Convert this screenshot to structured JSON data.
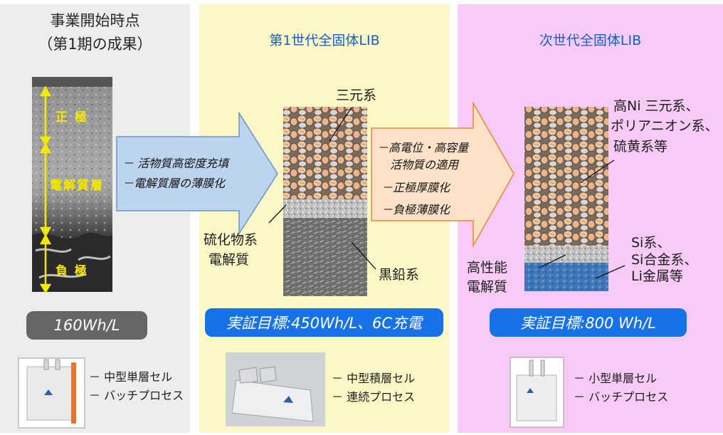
{
  "panels": [
    {
      "title_line1": "事業開始時点",
      "title_line2": "（第1期の成果）",
      "layer_labels": {
        "cathode": "正 極",
        "electrolyte": "電解質層",
        "anode": "負 極"
      },
      "target": "160Wh/L",
      "cell_bullets": [
        "－ 中型単層セル",
        "－ バッチプロセス"
      ]
    },
    {
      "title": "第1世代全固体LIB",
      "label_cathode": "三元系",
      "label_electrolyte_line1": "硫化物系",
      "label_electrolyte_line2": "電解質",
      "label_anode": "黒鉛系",
      "target": "実証目標:450Wh/L、6C充電",
      "cell_bullets": [
        "－ 中型積層セル",
        "－ 連続プロセス"
      ]
    },
    {
      "title": "次世代全固体LIB",
      "label_cathode_line1": "高Ni 三元系、",
      "label_cathode_line2": "ポリアニオン系、",
      "label_cathode_line3": "硫黄系等",
      "label_electrolyte_line1": "高性能",
      "label_electrolyte_line2": "電解質",
      "label_anode_line1": "Si系、",
      "label_anode_line2": "Si合金系、",
      "label_anode_line3": "Li金属等",
      "target": "実証目標:800 Wh/L",
      "cell_bullets": [
        "－ 小型単層セル",
        "－ バッチプロセス"
      ]
    }
  ],
  "arrows": [
    {
      "lines": [
        "－ 活物質高密度充填",
        "－電解質層の薄膜化"
      ]
    },
    {
      "lines": [
        "－高電位・高容量",
        "活物質の適用",
        "－正極厚膜化",
        "－負極薄膜化"
      ]
    }
  ],
  "colors": {
    "panel1_bg": "#ededed",
    "panel2_bg": "#fbf8c6",
    "panel3_bg": "#f8caf6",
    "title_blue": "#1a5fc0",
    "pill_gray": "#666666",
    "pill_blue": "#1672e6",
    "arrow1_fill": "#bcd4ee",
    "arrow2_fill": "#fde2c8",
    "label_yellow": "#f5e800"
  }
}
